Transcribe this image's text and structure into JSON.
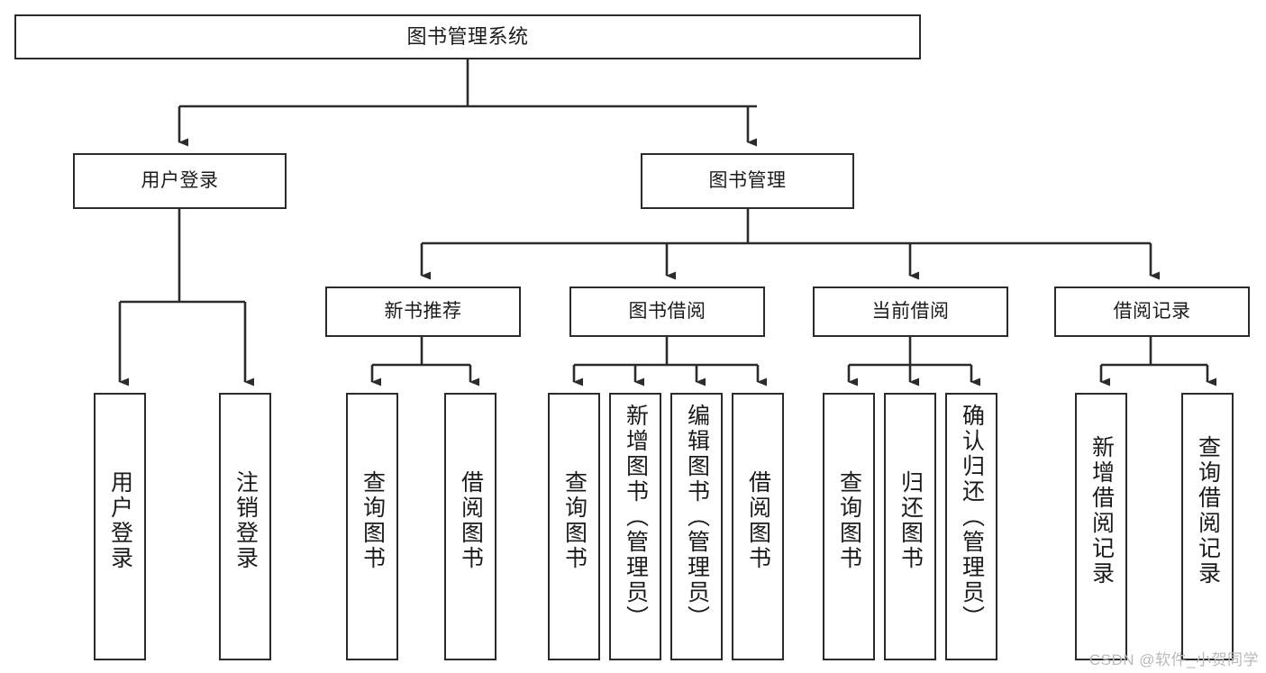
{
  "diagram": {
    "type": "tree",
    "title": "图书管理系统",
    "style": {
      "box_border_color": "#2b2b2b",
      "box_fill_color": "#ffffff",
      "connector_color": "#2b2b2b",
      "text_color": "#1b1b1b",
      "background": "#ffffff"
    },
    "root": {
      "label": "图书管理系统"
    },
    "level2": [
      {
        "label": "用户登录"
      },
      {
        "label": "图书管理"
      }
    ],
    "level3": [
      {
        "label": "新书推荐"
      },
      {
        "label": "图书借阅"
      },
      {
        "label": "当前借阅"
      },
      {
        "label": "借阅记录"
      }
    ],
    "leaves": {
      "user_login": [
        {
          "label": "用户登录"
        },
        {
          "label": "注销登录"
        }
      ],
      "new_book_recommend": [
        {
          "label": "查询图书"
        },
        {
          "label": "借阅图书"
        }
      ],
      "book_borrow": [
        {
          "label": "查询图书"
        },
        {
          "label": "新增图书（管理员）"
        },
        {
          "label": "编辑图书（管理员）"
        },
        {
          "label": "借阅图书"
        }
      ],
      "current_borrow": [
        {
          "label": "查询图书"
        },
        {
          "label": "归还图书"
        },
        {
          "label": "确认归还（管理员）"
        }
      ],
      "borrow_record": [
        {
          "label": "新增借阅记录"
        },
        {
          "label": "查询借阅记录"
        }
      ]
    }
  },
  "watermark": {
    "text": "CSDN @软件_小贺同学"
  }
}
